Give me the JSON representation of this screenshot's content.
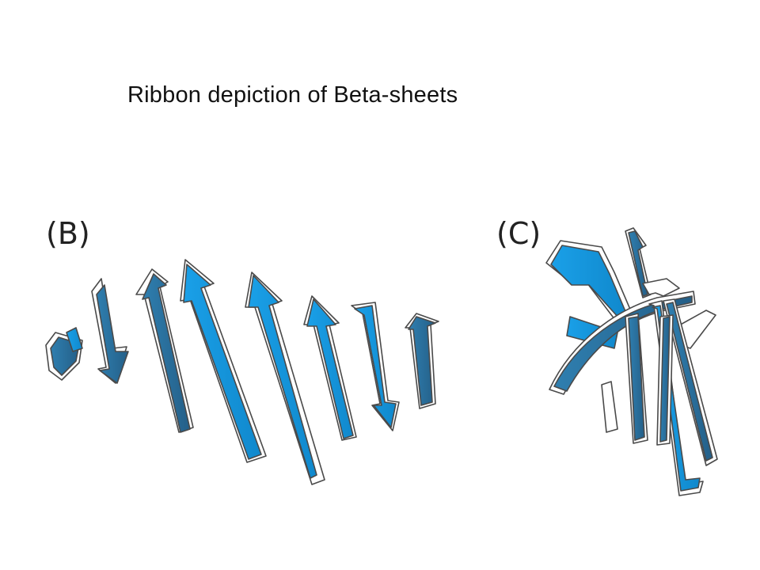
{
  "slide": {
    "title": "Ribbon depiction of Beta-sheets"
  },
  "panels": [
    {
      "label": "(B)",
      "depicts": "beta-sheet-strands"
    },
    {
      "label": "(C)",
      "depicts": "twisted-beta-sheet-strands"
    }
  ],
  "colors": {
    "strand_face": "#1496dd",
    "strand_dark": "#2a6f9c",
    "strand_edge": "#ffffff",
    "outline": "#4a4a4a"
  }
}
